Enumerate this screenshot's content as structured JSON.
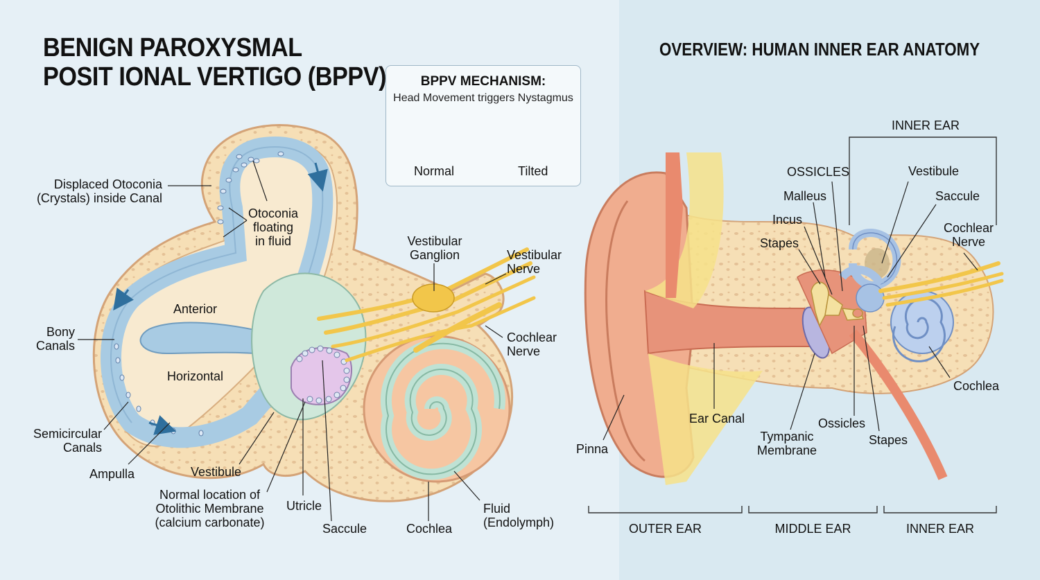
{
  "title_left": [
    "BENIGN PAROXYSMAL",
    "POSIT IONAL VERTIGO (BPPV)"
  ],
  "title_right": "OVERVIEW: HUMAN INNER EAR ANATOMY",
  "mechanism": {
    "title": "BPPV MECHANISM:",
    "subtitle": "Head Movement triggers Nystagmus",
    "normal": "Normal",
    "tilted": "Tilted"
  },
  "left_labels": {
    "displaced_1": "Displaced Otoconia",
    "displaced_2": "(Crystals) inside Canal",
    "floating_1": "Otoconia",
    "floating_2": "floating",
    "floating_3": "in fluid",
    "anterior": "Anterior",
    "horizontal": "Horizontal",
    "bony_1": "Bony",
    "bony_2": "Canals",
    "semi_1": "Semicircular",
    "semi_2": "Canals",
    "ampulla": "Ampulla",
    "vestibule": "Vestibule",
    "normal_loc_1": "Normal location of",
    "normal_loc_2": "Otolithic Membrane",
    "normal_loc_3": "(calcium carbonate)",
    "utricle": "Utricle",
    "saccule": "Saccule",
    "cochlea": "Cochlea",
    "fluid_1": "Fluid",
    "fluid_2": "(Endolymph)",
    "vganglion_1": "Vestibular",
    "vganglion_2": "Ganglion",
    "vnerve_1": "Vestibular",
    "vnerve_2": "Nerve",
    "cnerve_1": "Cochlear",
    "cnerve_2": "Nerve"
  },
  "right_labels": {
    "inner_ear_top": "INNER EAR",
    "ossicles": "OSSICLES",
    "malleus": "Malleus",
    "incus": "Incus",
    "stapes": "Stapes",
    "vestibule": "Vestibule",
    "saccule": "Saccule",
    "cnerve_1": "Cochlear",
    "cnerve_2": "Nerve",
    "cochlea": "Cochlea",
    "ear_canal": "Ear Canal",
    "ossicles_lower": "Ossicles",
    "stapes_lower": "Stapes",
    "tympanic_1": "Tympanic",
    "tympanic_2": "Membrane",
    "pinna": "Pinna",
    "outer_ear": "OUTER EAR",
    "middle_ear": "MIDDLE EAR",
    "inner_ear_bottom": "INNER EAR"
  },
  "colors": {
    "background": "#e6f0f6",
    "right_panel": "#d9e9f1",
    "bone": "#f6dfb6",
    "bone_outline": "#d4a377",
    "canal_fluid": "#b9d7e8",
    "vestibule_fluid": "#cfe8da",
    "cochlea_fluid": "#cfe6de",
    "membrane": "#e4c6ea",
    "nerve": "#f2c64a",
    "skin": "#f0ad8f",
    "ear_canal": "#f6e28a"
  }
}
